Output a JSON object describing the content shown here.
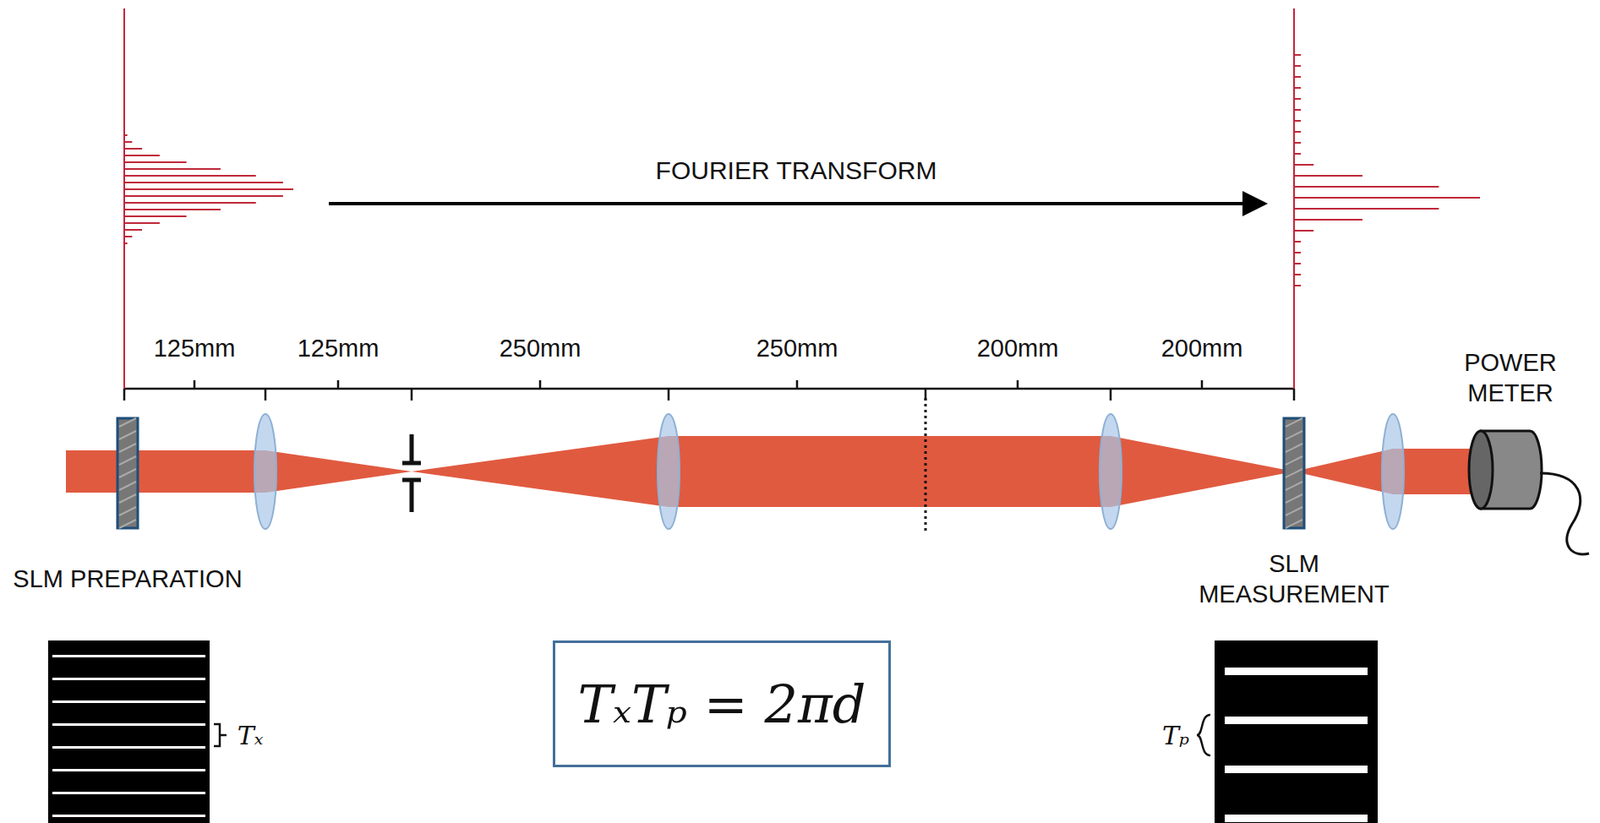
{
  "diagram": {
    "nodes": [
      {
        "text": [
          "TₓTₚ = 2πd"
        ]
      }
    ],
    "labels": [
      "FOURIER TRANSFORM",
      "125mm",
      "125mm",
      "250mm",
      "250mm",
      "200mm",
      "200mm",
      "POWER METER",
      "SLM PREPARATION",
      "SLM MEASUREMENT",
      "Tₓ",
      "Tₚ"
    ]
  }
}
